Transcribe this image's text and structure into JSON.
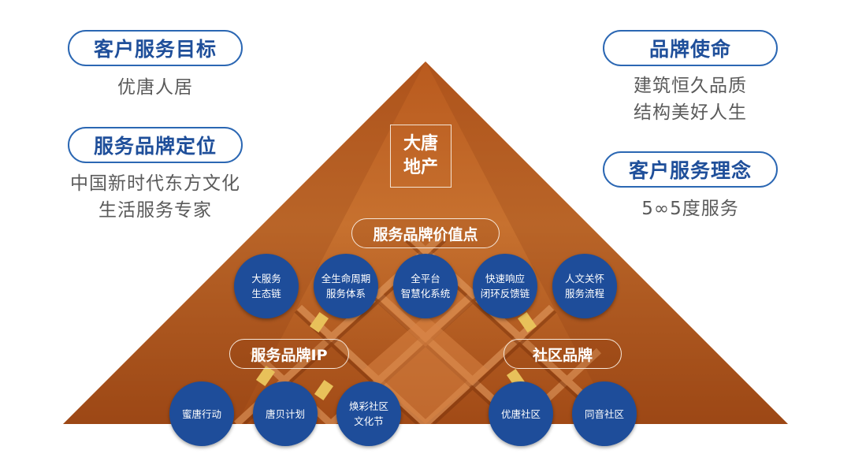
{
  "left_panel": {
    "goal_label": "客户服务目标",
    "goal_text": "优唐人居",
    "positioning_label": "服务品牌定位",
    "positioning_lines": [
      "中国新时代东方文化",
      "生活服务专家"
    ]
  },
  "right_panel": {
    "mission_label": "品牌使命",
    "mission_lines": [
      "建筑恒久品质",
      "结构美好人生"
    ],
    "philosophy_label": "客户服务理念",
    "philosophy_text": "5∞5度服务"
  },
  "pyramid": {
    "core_lines": [
      "大唐",
      "地产"
    ],
    "value_label": "服务品牌价值点",
    "value_points": [
      [
        "大服务",
        "生态链"
      ],
      [
        "全生命周期",
        "服务体系"
      ],
      [
        "全平台",
        "智慧化系统"
      ],
      [
        "快速响应",
        "闭环反馈链"
      ],
      [
        "人文关怀",
        "服务流程"
      ]
    ],
    "ip_label": "服务品牌IP",
    "ip_items": [
      [
        "蜜唐行动"
      ],
      [
        "唐贝计划"
      ],
      [
        "焕彩社区",
        "文化节"
      ]
    ],
    "community_label": "社区品牌",
    "community_items": [
      [
        "优唐社区"
      ],
      [
        "同音社区"
      ]
    ]
  },
  "colors": {
    "brand_blue": "#1e4d9a",
    "pill_border": "#2b67b3",
    "wood_orange": "#c86a2a"
  }
}
